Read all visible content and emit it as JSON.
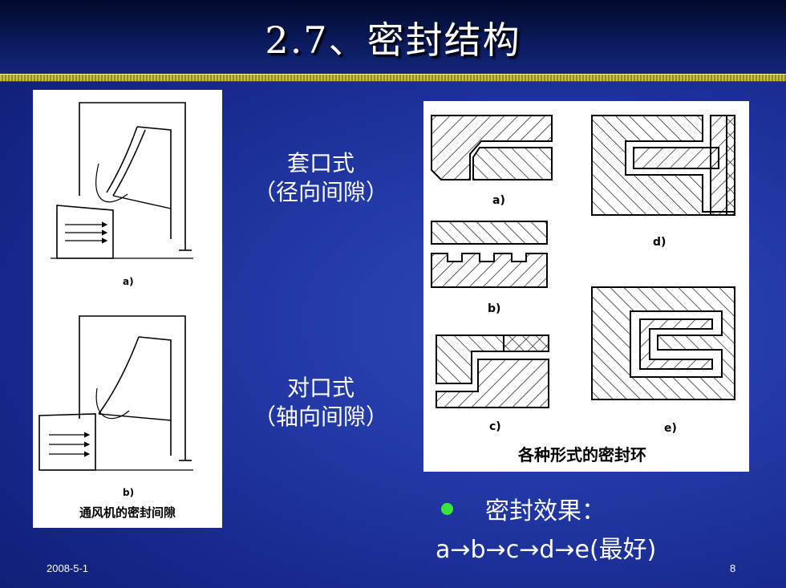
{
  "slide": {
    "title": "2.7、密封结构",
    "date": "2008-5-1",
    "page_number": "8"
  },
  "left_figure": {
    "label_a": "a)",
    "label_b": "b)",
    "caption": "通风机的密封间隙"
  },
  "right_figure": {
    "label_a": "a)",
    "label_b": "b)",
    "label_c": "c)",
    "label_d": "d)",
    "label_e": "e)",
    "caption": "各种形式的密封环"
  },
  "labels": {
    "sleeve_type": "套口式",
    "sleeve_note": "（径向间隙）",
    "butt_type": "对口式",
    "butt_note": "（轴向间隙）"
  },
  "effect": {
    "heading": "密封效果：",
    "order": "a→b→c→d→e(最好)"
  },
  "colors": {
    "background": "#2239a6",
    "bullet": "#39e639",
    "title_rule": "#c9c14a"
  }
}
